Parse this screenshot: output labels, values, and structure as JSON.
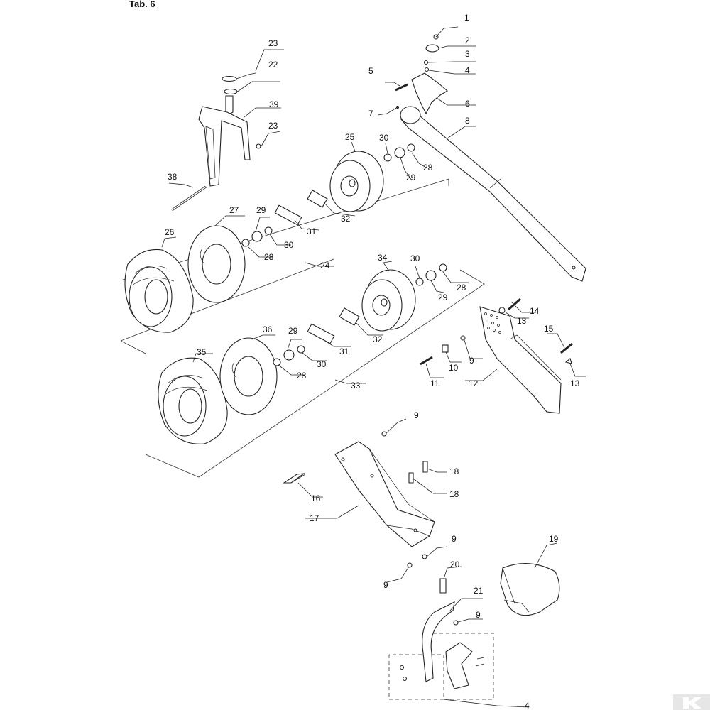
{
  "title": "Tab. 6",
  "callouts": [
    {
      "id": "c1",
      "text": "1"
    },
    {
      "id": "c2",
      "text": "2"
    },
    {
      "id": "c3",
      "text": "3"
    },
    {
      "id": "c4a",
      "text": "4"
    },
    {
      "id": "c5",
      "text": "5"
    },
    {
      "id": "c6",
      "text": "6"
    },
    {
      "id": "c7",
      "text": "7"
    },
    {
      "id": "c8",
      "text": "8"
    },
    {
      "id": "c9a",
      "text": "9"
    },
    {
      "id": "c9b",
      "text": "9"
    },
    {
      "id": "c9c",
      "text": "9"
    },
    {
      "id": "c9d",
      "text": "9"
    },
    {
      "id": "c9e",
      "text": "9"
    },
    {
      "id": "c10",
      "text": "10"
    },
    {
      "id": "c11",
      "text": "11"
    },
    {
      "id": "c12",
      "text": "12"
    },
    {
      "id": "c13a",
      "text": "13"
    },
    {
      "id": "c13b",
      "text": "13"
    },
    {
      "id": "c14",
      "text": "14"
    },
    {
      "id": "c15",
      "text": "15"
    },
    {
      "id": "c16",
      "text": "16"
    },
    {
      "id": "c17",
      "text": "17"
    },
    {
      "id": "c18a",
      "text": "18"
    },
    {
      "id": "c18b",
      "text": "18"
    },
    {
      "id": "c19",
      "text": "19"
    },
    {
      "id": "c20",
      "text": "20"
    },
    {
      "id": "c21",
      "text": "21"
    },
    {
      "id": "c22",
      "text": "22"
    },
    {
      "id": "c23a",
      "text": "23"
    },
    {
      "id": "c23b",
      "text": "23"
    },
    {
      "id": "c24",
      "text": "24"
    },
    {
      "id": "c25",
      "text": "25"
    },
    {
      "id": "c26",
      "text": "26"
    },
    {
      "id": "c27",
      "text": "27"
    },
    {
      "id": "c28a",
      "text": "28"
    },
    {
      "id": "c28b",
      "text": "28"
    },
    {
      "id": "c28c",
      "text": "28"
    },
    {
      "id": "c28d",
      "text": "28"
    },
    {
      "id": "c29a",
      "text": "29"
    },
    {
      "id": "c29b",
      "text": "29"
    },
    {
      "id": "c29c",
      "text": "29"
    },
    {
      "id": "c29d",
      "text": "29"
    },
    {
      "id": "c30a",
      "text": "30"
    },
    {
      "id": "c30b",
      "text": "30"
    },
    {
      "id": "c30c",
      "text": "30"
    },
    {
      "id": "c30d",
      "text": "30"
    },
    {
      "id": "c31a",
      "text": "31"
    },
    {
      "id": "c31b",
      "text": "31"
    },
    {
      "id": "c32a",
      "text": "32"
    },
    {
      "id": "c32b",
      "text": "32"
    },
    {
      "id": "c33",
      "text": "33"
    },
    {
      "id": "c34",
      "text": "34"
    },
    {
      "id": "c35",
      "text": "35"
    },
    {
      "id": "c36",
      "text": "36"
    },
    {
      "id": "c38",
      "text": "38"
    },
    {
      "id": "c39",
      "text": "39"
    },
    {
      "id": "c4b",
      "text": "4"
    }
  ],
  "logo": {
    "letter": "K",
    "color": "#e6e6e6"
  },
  "colors": {
    "ink": "#222222",
    "paper": "#ffffff"
  }
}
